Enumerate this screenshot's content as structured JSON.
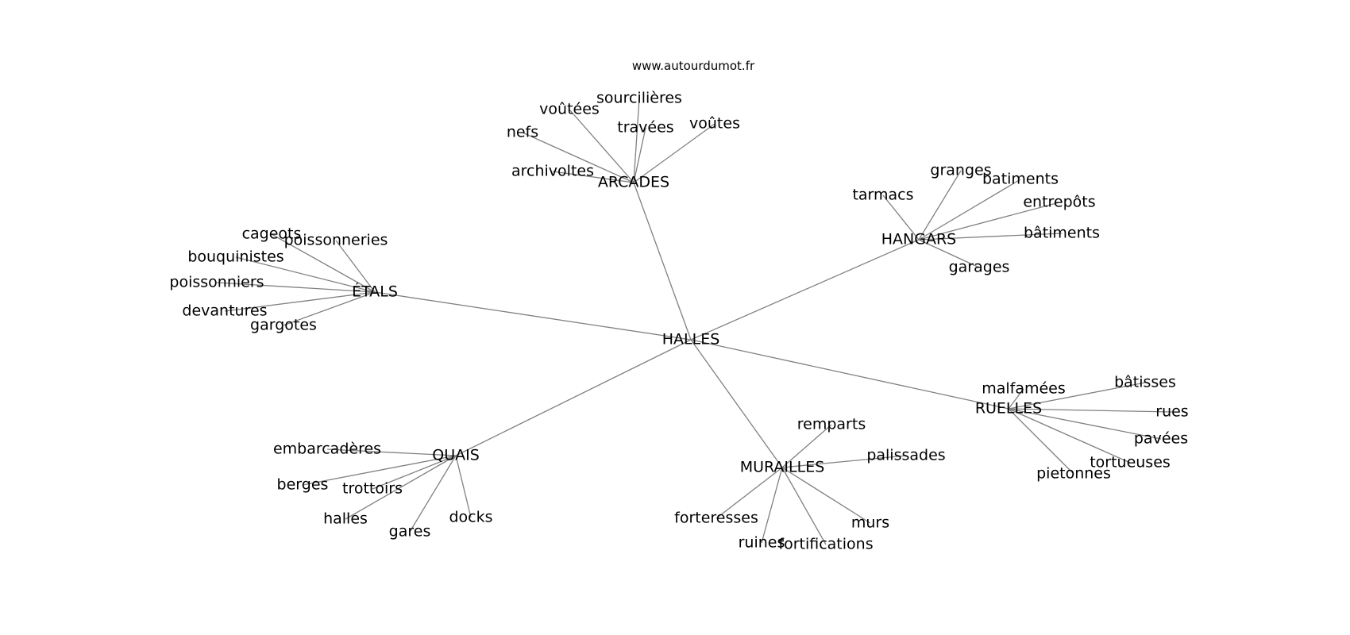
{
  "website": "www.autourdumot.fr",
  "root": "HALLES",
  "clusters": [
    {
      "hub": "ARCADES",
      "words": [
        "sourcilières",
        "voûtées",
        "nefs",
        "travées",
        "voûtes",
        "archivoltes"
      ]
    },
    {
      "hub": "HANGARS",
      "words": [
        "granges",
        "batiments",
        "tarmacs",
        "entrepôts",
        "bâtiments",
        "garages"
      ]
    },
    {
      "hub": "ÉTALS",
      "words": [
        "cageots",
        "poissonneries",
        "bouquinistes",
        "poissonniers",
        "devantures",
        "gargotes"
      ]
    },
    {
      "hub": "RUELLES",
      "words": [
        "bâtisses",
        "malfamées",
        "rues",
        "pavées",
        "tortueuses",
        "pietonnes"
      ]
    },
    {
      "hub": "QUAIS",
      "words": [
        "embarcadères",
        "berges",
        "trottoirs",
        "halles",
        "gares",
        "docks"
      ]
    },
    {
      "hub": "MURAILLES",
      "words": [
        "remparts",
        "palissades",
        "forteresses",
        "murs",
        "ruines",
        "fortifications"
      ]
    }
  ]
}
